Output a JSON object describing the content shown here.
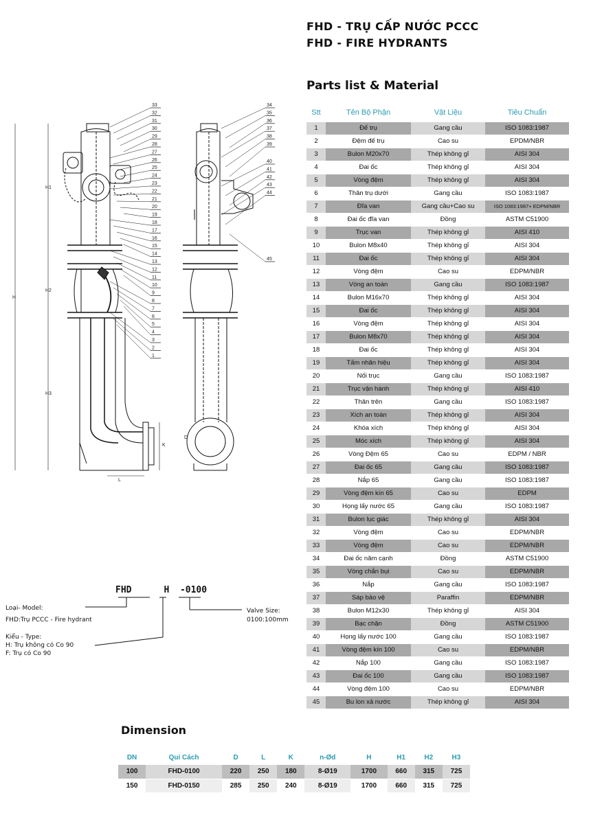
{
  "header": {
    "title_vi": "FHD - TRỤ CẤP NƯỚC PCCC",
    "title_en": "FHD - FIRE HYDRANTS",
    "parts_heading": "Parts list & Material"
  },
  "parts": {
    "columns": [
      "Stt",
      "Tên Bộ Phận",
      "Vật Liệu",
      "Tiêu Chuẩn"
    ],
    "rows": [
      [
        "1",
        "Đế trụ",
        "Gang cầu",
        "ISO 1083:1987"
      ],
      [
        "2",
        "Đệm đế trụ",
        "Cao su",
        "EPDM/NBR"
      ],
      [
        "3",
        "Bulon M20x70",
        "Thép không gỉ",
        "AISI 304"
      ],
      [
        "4",
        "Đai ốc",
        "Thép không gỉ",
        "AISI 304"
      ],
      [
        "5",
        "Vòng đệm",
        "Thép không gỉ",
        "AISI 304"
      ],
      [
        "6",
        "Thân trụ dưới",
        "Gang cầu",
        "ISO 1083:1987"
      ],
      [
        "7",
        "Đĩa van",
        "Gang cầu+Cao su",
        "ISO 1083:1987+ EDPM/NBR"
      ],
      [
        "8",
        "Đai ốc đĩa van",
        "Đồng",
        "ASTM C51900"
      ],
      [
        "9",
        "Trục van",
        "Thép không gỉ",
        "AISI 410"
      ],
      [
        "10",
        "Bulon M8x40",
        "Thép không gỉ",
        "AISI 304"
      ],
      [
        "11",
        "Đai ốc",
        "Thép không gỉ",
        "AISI 304"
      ],
      [
        "12",
        "Vòng đệm",
        "Cao su",
        "EDPM/NBR"
      ],
      [
        "13",
        "Vòng an toàn",
        "Gang cầu",
        "ISO 1083:1987"
      ],
      [
        "14",
        "Bulon M16x70",
        "Thép không gỉ",
        "AISI 304"
      ],
      [
        "15",
        "Đai ốc",
        "Thép không gỉ",
        "AISI 304"
      ],
      [
        "16",
        "Vòng đệm",
        "Thép không gỉ",
        "AISI 304"
      ],
      [
        "17",
        "Bulon M8x70",
        "Thép không gỉ",
        "AISI 304"
      ],
      [
        "18",
        "Đai ốc",
        "Thép không gỉ",
        "AISI 304"
      ],
      [
        "19",
        "Tấm nhãn hiệu",
        "Thép không gỉ",
        "AISI 304"
      ],
      [
        "20",
        "Nối trục",
        "Gang cầu",
        "ISO 1083:1987"
      ],
      [
        "21",
        "Trục vận hành",
        "Thép không gỉ",
        "AISI 410"
      ],
      [
        "22",
        "Thân trên",
        "Gang cầu",
        "ISO 1083:1987"
      ],
      [
        "23",
        "Xích an toàn",
        "Thép không gỉ",
        "AISI 304"
      ],
      [
        "24",
        "Khóa xích",
        "Thép không gỉ",
        "AISI 304"
      ],
      [
        "25",
        "Móc xích",
        "Thép không gỉ",
        "AISI 304"
      ],
      [
        "26",
        "Vòng Đệm 65",
        "Cao su",
        "EDPM / NBR"
      ],
      [
        "27",
        "Đai ốc 65",
        "Gang cầu",
        "ISO 1083:1987"
      ],
      [
        "28",
        "Nắp 65",
        "Gang cầu",
        "ISO 1083:1987"
      ],
      [
        "29",
        "Vòng đệm kín 65",
        "Cao su",
        "EDPM"
      ],
      [
        "30",
        "Họng lấy nước 65",
        "Gang cầu",
        "ISO 1083:1987"
      ],
      [
        "31",
        "Bulon lục giác",
        "Thép không gỉ",
        "AISI 304"
      ],
      [
        "32",
        "Vòng đệm",
        "Cao su",
        "EDPM/NBR"
      ],
      [
        "33",
        "Vòng đệm",
        "Cao su",
        "EDPM/NBR"
      ],
      [
        "34",
        "Đai ốc năm cạnh",
        "Đồng",
        "ASTM C51900"
      ],
      [
        "35",
        "Vòng chắn bụi",
        "Cao su",
        "EDPM/NBR"
      ],
      [
        "36",
        "Nắp",
        "Gang cầu",
        "ISO 1083:1987"
      ],
      [
        "37",
        "Sáp bảo vệ",
        "Paraffin",
        "EDPM/NBR"
      ],
      [
        "38",
        "Bulon M12x30",
        "Thép không gỉ",
        "AISI 304"
      ],
      [
        "39",
        "Bạc chặn",
        "Đồng",
        "ASTM C51900"
      ],
      [
        "40",
        "Họng lấy nước 100",
        "Gang cầu",
        "ISO 1083:1987"
      ],
      [
        "41",
        "Vòng đệm kín 100",
        "Cao su",
        "EDPM/NBR"
      ],
      [
        "42",
        "Nắp 100",
        "Gang cầu",
        "ISO 1083:1987"
      ],
      [
        "43",
        "Đai ốc 100",
        "Gang cầu",
        "ISO 1083:1987"
      ],
      [
        "44",
        "Vòng đệm 100",
        "Cao su",
        "EDPM/NBR"
      ],
      [
        "45",
        "Bu lon xả nước",
        "Thép không gỉ",
        "AISI 304"
      ]
    ]
  },
  "drawing": {
    "labels_left": [
      "33",
      "32",
      "31",
      "30",
      "29",
      "28",
      "27",
      "26",
      "25",
      "24",
      "23",
      "22",
      "21",
      "20",
      "19",
      "18",
      "17",
      "16",
      "15",
      "14",
      "13",
      "12",
      "11",
      "10",
      "9",
      "8",
      "7",
      "6",
      "5",
      "4",
      "3",
      "2",
      "1"
    ],
    "labels_right": [
      "34",
      "35",
      "36",
      "37",
      "38",
      "39",
      "40",
      "41",
      "42",
      "43",
      "44",
      "45"
    ],
    "dim_letters": [
      "H",
      "H1",
      "H2",
      "H3",
      "L",
      "K",
      "D"
    ]
  },
  "model": {
    "code_prefix": "FHD",
    "code_type": "H",
    "code_size": "-0100",
    "loai_label": "Loại- Model:",
    "loai_value": "FHD:Trụ PCCC  - Fire hydrant",
    "kieu_label": "Kiểu - Type:",
    "kieu_h": "H: Trụ không có Co 90",
    "kieu_f": "F: Trụ có Co 90",
    "valve_label": "Valve Size:",
    "valve_value": "0100:100mm"
  },
  "dimension": {
    "heading": "Dimension",
    "columns": [
      "DN",
      "Qui Cách",
      "D",
      "L",
      "K",
      "n-Ød",
      "H",
      "H1",
      "H2",
      "H3"
    ],
    "rows": [
      [
        "100",
        "FHD-0100",
        "220",
        "250",
        "180",
        "8-Ø19",
        "1700",
        "660",
        "315",
        "725"
      ],
      [
        "150",
        "FHD-0150",
        "285",
        "250",
        "240",
        "8-Ø19",
        "1700",
        "660",
        "315",
        "725"
      ]
    ]
  }
}
